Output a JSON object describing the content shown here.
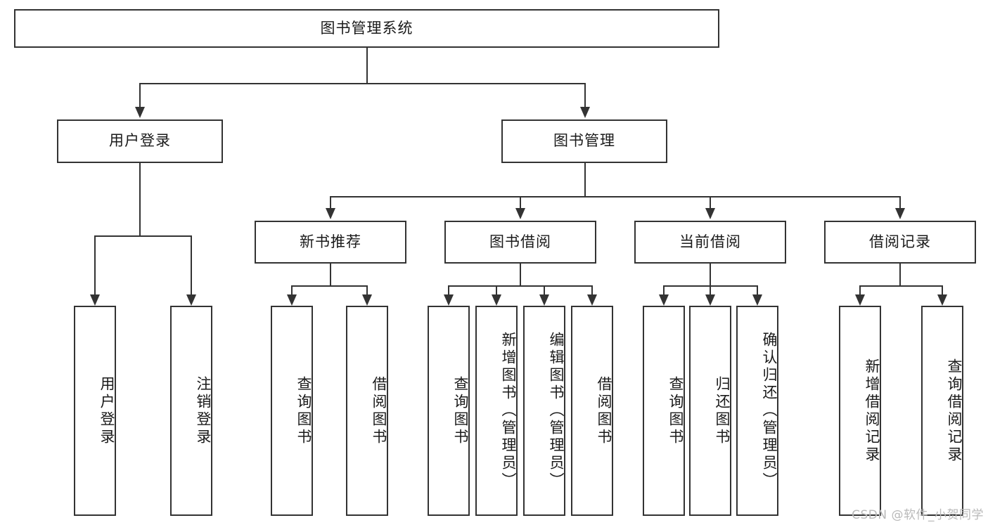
{
  "diagram": {
    "type": "tree-hierarchy",
    "title": "图书管理系统",
    "root": {
      "id": "root",
      "label": "图书管理系统"
    },
    "level1": [
      {
        "id": "user-login",
        "label": "用户登录"
      },
      {
        "id": "book-management",
        "label": "图书管理"
      }
    ],
    "level2": [
      {
        "id": "new-book-recommend",
        "label": "新书推荐",
        "parent": "book-management"
      },
      {
        "id": "book-borrow",
        "label": "图书借阅",
        "parent": "book-management"
      },
      {
        "id": "current-borrow",
        "label": "当前借阅",
        "parent": "book-management"
      },
      {
        "id": "borrow-record",
        "label": "借阅记录",
        "parent": "book-management"
      }
    ],
    "leaves": [
      {
        "id": "leaf-user-login",
        "label": "用户登录",
        "parent": "user-login"
      },
      {
        "id": "leaf-logout",
        "label": "注销登录",
        "parent": "user-login"
      },
      {
        "id": "leaf-query-book-1",
        "label": "查询图书",
        "parent": "new-book-recommend"
      },
      {
        "id": "leaf-borrow-book-1",
        "label": "借阅图书",
        "parent": "new-book-recommend"
      },
      {
        "id": "leaf-query-book-2",
        "label": "查询图书",
        "parent": "book-borrow"
      },
      {
        "id": "leaf-add-book",
        "label": "新增图书（管理员）",
        "parent": "book-borrow"
      },
      {
        "id": "leaf-edit-book",
        "label": "编辑图书（管理员）",
        "parent": "book-borrow"
      },
      {
        "id": "leaf-borrow-book-2",
        "label": "借阅图书",
        "parent": "book-borrow"
      },
      {
        "id": "leaf-query-book-3",
        "label": "查询图书",
        "parent": "current-borrow"
      },
      {
        "id": "leaf-return-book",
        "label": "归还图书",
        "parent": "current-borrow"
      },
      {
        "id": "leaf-confirm-return",
        "label": "确认归还（管理员）",
        "parent": "current-borrow"
      },
      {
        "id": "leaf-add-record",
        "label": "新增借阅记录",
        "parent": "borrow-record"
      },
      {
        "id": "leaf-query-record",
        "label": "查询借阅记录",
        "parent": "borrow-record"
      }
    ]
  },
  "watermark": {
    "text": "CSDN @软件_小贺同学"
  },
  "colors": {
    "stroke": "#333333",
    "background": "#ffffff",
    "text": "#1a1a1a",
    "watermark": "#b9b9b9"
  }
}
